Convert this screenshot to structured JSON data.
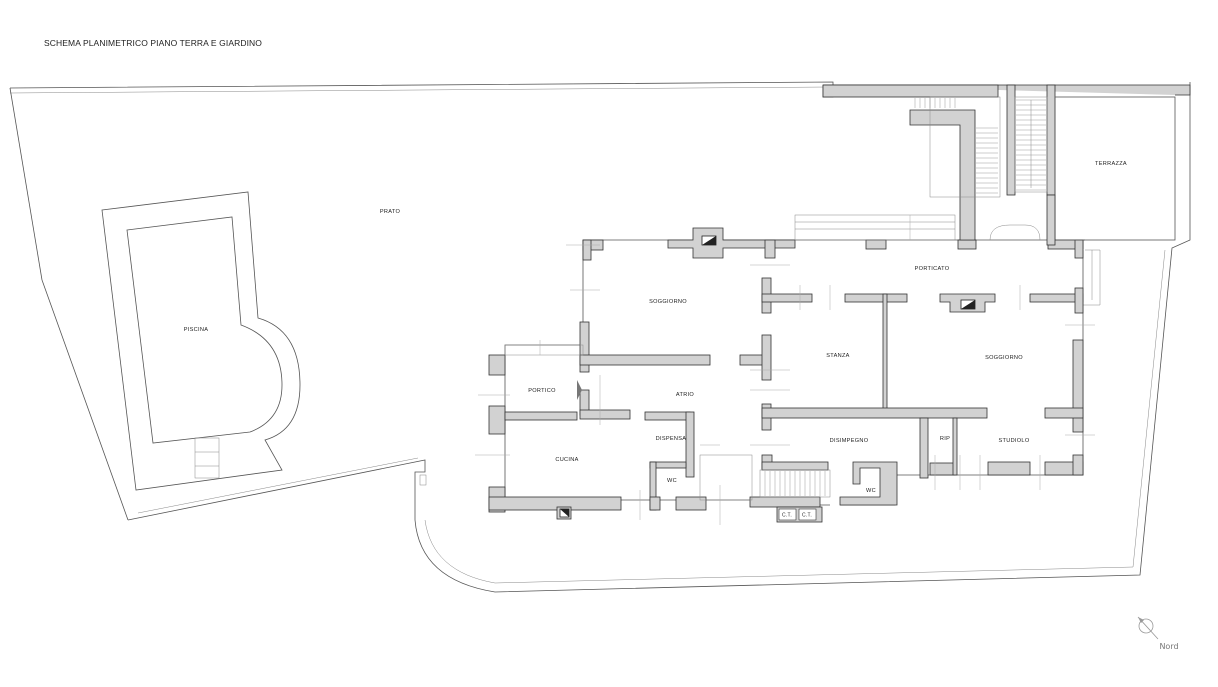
{
  "title": "SCHEMA PLANIMETRICO PIANO TERRA E GIARDINO",
  "rooms": {
    "prato": "PRATO",
    "piscina": "PISCINA",
    "soggiorno_1": "SOGGIORNO",
    "porticato": "PORTICATO",
    "terrazza": "TERRAZZA",
    "stanza": "STANZA",
    "soggiorno_2": "SOGGIORNO",
    "portico": "PORTICO",
    "atrio": "ATRIO",
    "dispensa": "DISPENSA",
    "cucina": "CUCINA",
    "wc_1": "WC",
    "disimpegno": "DISIMPEGNO",
    "rip": "RIP",
    "studiolo": "STUDIOLO",
    "wc_2": "WC",
    "ct_1": "C.T.",
    "ct_2": "C.T."
  },
  "north_label": "Nord"
}
